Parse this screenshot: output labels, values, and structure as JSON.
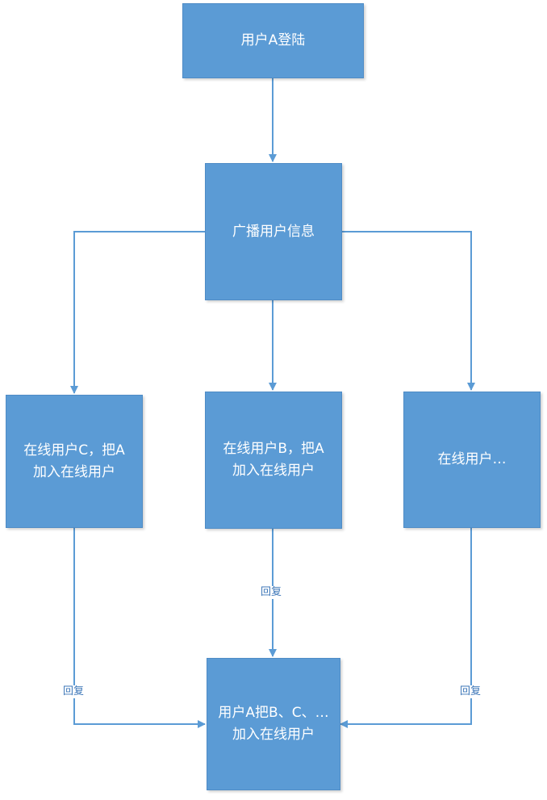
{
  "diagram": {
    "colors": {
      "node_fill": "#5b9bd5",
      "node_text": "#ffffff",
      "edge": "#5b9bd5",
      "label_text": "#3e77b8"
    },
    "nodes": {
      "login": "用户A登陆",
      "broadcast": "广播用户信息",
      "user_c": "在线用户C，把A\n加入在线用户",
      "user_b": "在线用户B，把A\n加入在线用户",
      "user_more": "在线用户…",
      "result": "用户A把B、C、…\n加入在线用户"
    },
    "edge_labels": {
      "reply_left": "回复",
      "reply_middle": "回复",
      "reply_right": "回复"
    }
  }
}
